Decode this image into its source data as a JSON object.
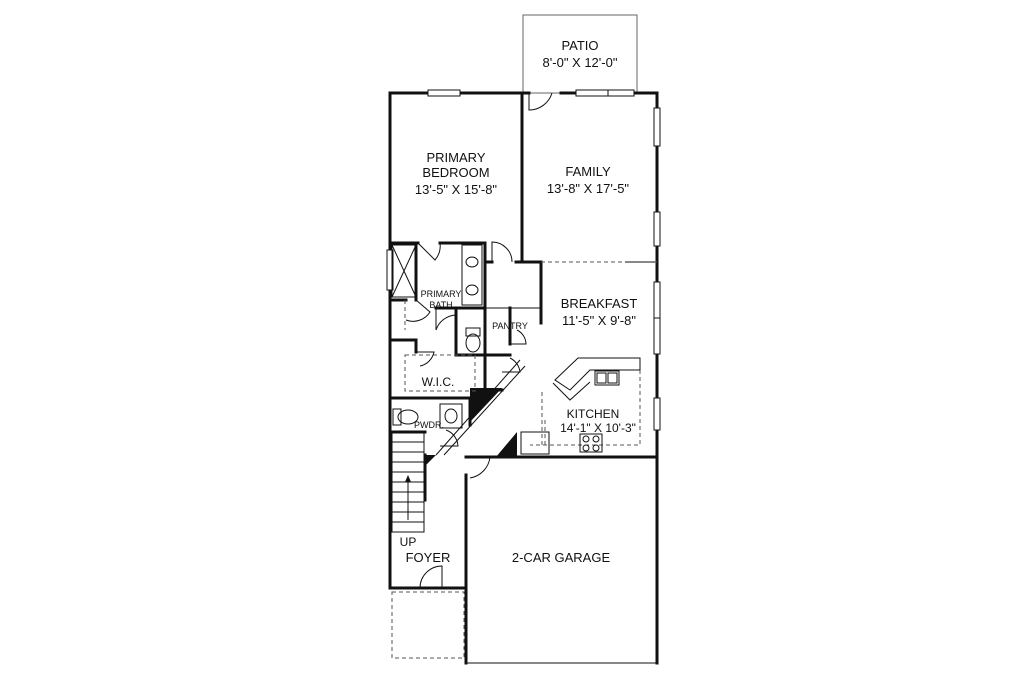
{
  "rooms": {
    "patio": {
      "name": "PATIO",
      "dims": "8'-0\" X 12'-0\""
    },
    "primary_bedroom": {
      "name_line1": "PRIMARY",
      "name_line2": "BEDROOM",
      "dims": "13'-5\" X 15'-8\""
    },
    "family": {
      "name": "FAMILY",
      "dims": "13'-8\" X 17'-5\""
    },
    "breakfast": {
      "name": "BREAKFAST",
      "dims": "11'-5\" X 9'-8\""
    },
    "primary_bath": {
      "name_line1": "PRIMARY",
      "name_line2": "BATH"
    },
    "pantry": {
      "name": "PANTRY"
    },
    "wic": {
      "name": "W.I.C."
    },
    "kitchen": {
      "name": "KITCHEN",
      "dims": "14'-1\" X 10'-3\""
    },
    "powder": {
      "name": "PWDR."
    },
    "stairs": {
      "label": "UP"
    },
    "foyer": {
      "name": "FOYER"
    },
    "garage": {
      "name": "2-CAR GARAGE"
    }
  }
}
